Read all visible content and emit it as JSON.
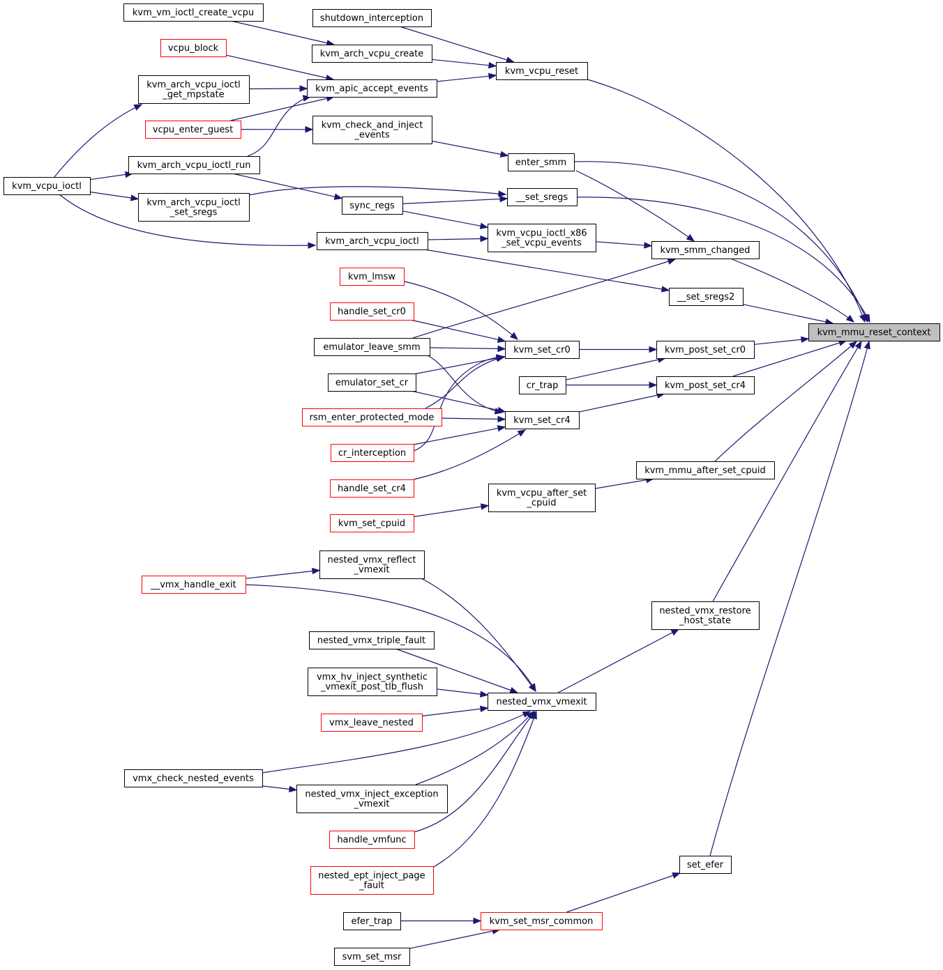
{
  "graph": {
    "root": "kvm_mmu_reset_context",
    "colors": {
      "edge": "#191970",
      "root_fill": "#bfbfbf",
      "truncated_border": "#ff0000",
      "node_border": "#000000"
    },
    "nodes": [
      {
        "id": "root",
        "lines": [
          "kvm_mmu_reset_context"
        ],
        "style": "root"
      },
      {
        "id": "vm_create_vcpu",
        "lines": [
          "kvm_vm_ioctl_create_vcpu"
        ],
        "style": "normal"
      },
      {
        "id": "shutdown_int",
        "lines": [
          "shutdown_interception"
        ],
        "style": "normal"
      },
      {
        "id": "vcpu_block",
        "lines": [
          "vcpu_block"
        ],
        "style": "truncated"
      },
      {
        "id": "arch_vcpu_create",
        "lines": [
          "kvm_arch_vcpu_create"
        ],
        "style": "normal"
      },
      {
        "id": "vcpu_reset",
        "lines": [
          "kvm_vcpu_reset"
        ],
        "style": "normal"
      },
      {
        "id": "get_mpstate",
        "lines": [
          "kvm_arch_vcpu_ioctl",
          "_get_mpstate"
        ],
        "style": "normal"
      },
      {
        "id": "apic_accept",
        "lines": [
          "kvm_apic_accept_events"
        ],
        "style": "normal"
      },
      {
        "id": "vcpu_enter_guest",
        "lines": [
          "vcpu_enter_guest"
        ],
        "style": "truncated"
      },
      {
        "id": "check_inject",
        "lines": [
          "kvm_check_and_inject",
          "_events"
        ],
        "style": "normal"
      },
      {
        "id": "ioctl_run",
        "lines": [
          "kvm_arch_vcpu_ioctl_run"
        ],
        "style": "normal"
      },
      {
        "id": "enter_smm",
        "lines": [
          "enter_smm"
        ],
        "style": "normal"
      },
      {
        "id": "kvm_vcpu_ioctl",
        "lines": [
          "kvm_vcpu_ioctl"
        ],
        "style": "normal"
      },
      {
        "id": "set_sregs_ioctl",
        "lines": [
          "kvm_arch_vcpu_ioctl",
          "_set_sregs"
        ],
        "style": "normal"
      },
      {
        "id": "set_sregs",
        "lines": [
          "__set_sregs"
        ],
        "style": "normal"
      },
      {
        "id": "sync_regs",
        "lines": [
          "sync_regs"
        ],
        "style": "normal"
      },
      {
        "id": "x86_events",
        "lines": [
          "kvm_vcpu_ioctl_x86",
          "_set_vcpu_events"
        ],
        "style": "normal"
      },
      {
        "id": "arch_vcpu_ioctl",
        "lines": [
          "kvm_arch_vcpu_ioctl"
        ],
        "style": "normal"
      },
      {
        "id": "smm_changed",
        "lines": [
          "kvm_smm_changed"
        ],
        "style": "normal"
      },
      {
        "id": "kvm_lmsw",
        "lines": [
          "kvm_lmsw"
        ],
        "style": "truncated"
      },
      {
        "id": "set_sregs2",
        "lines": [
          "__set_sregs2"
        ],
        "style": "normal"
      },
      {
        "id": "handle_set_cr0",
        "lines": [
          "handle_set_cr0"
        ],
        "style": "truncated"
      },
      {
        "id": "emu_leave_smm",
        "lines": [
          "emulator_leave_smm"
        ],
        "style": "normal"
      },
      {
        "id": "kvm_set_cr0",
        "lines": [
          "kvm_set_cr0"
        ],
        "style": "normal"
      },
      {
        "id": "post_set_cr0",
        "lines": [
          "kvm_post_set_cr0"
        ],
        "style": "normal"
      },
      {
        "id": "emu_set_cr",
        "lines": [
          "emulator_set_cr"
        ],
        "style": "normal"
      },
      {
        "id": "cr_trap",
        "lines": [
          "cr_trap"
        ],
        "style": "normal"
      },
      {
        "id": "post_set_cr4",
        "lines": [
          "kvm_post_set_cr4"
        ],
        "style": "normal"
      },
      {
        "id": "rsm_protected",
        "lines": [
          "rsm_enter_protected_mode"
        ],
        "style": "truncated"
      },
      {
        "id": "kvm_set_cr4",
        "lines": [
          "kvm_set_cr4"
        ],
        "style": "normal"
      },
      {
        "id": "cr_interception",
        "lines": [
          "cr_interception"
        ],
        "style": "truncated"
      },
      {
        "id": "mmu_after_cpuid",
        "lines": [
          "kvm_mmu_after_set_cpuid"
        ],
        "style": "normal"
      },
      {
        "id": "handle_set_cr4",
        "lines": [
          "handle_set_cr4"
        ],
        "style": "truncated"
      },
      {
        "id": "vcpu_after_cpuid",
        "lines": [
          "kvm_vcpu_after_set",
          "_cpuid"
        ],
        "style": "normal"
      },
      {
        "id": "kvm_set_cpuid",
        "lines": [
          "kvm_set_cpuid"
        ],
        "style": "truncated"
      },
      {
        "id": "reflect_vmexit",
        "lines": [
          "nested_vmx_reflect",
          "_vmexit"
        ],
        "style": "normal"
      },
      {
        "id": "vmx_handle_exit",
        "lines": [
          "__vmx_handle_exit"
        ],
        "style": "truncated"
      },
      {
        "id": "restore_host",
        "lines": [
          "nested_vmx_restore",
          "_host_state"
        ],
        "style": "normal"
      },
      {
        "id": "triple_fault",
        "lines": [
          "nested_vmx_triple_fault"
        ],
        "style": "normal"
      },
      {
        "id": "hv_inject",
        "lines": [
          "vmx_hv_inject_synthetic",
          "_vmexit_post_tlb_flush"
        ],
        "style": "normal"
      },
      {
        "id": "nested_vmexit",
        "lines": [
          "nested_vmx_vmexit"
        ],
        "style": "normal"
      },
      {
        "id": "leave_nested",
        "lines": [
          "vmx_leave_nested"
        ],
        "style": "truncated"
      },
      {
        "id": "check_nested_events",
        "lines": [
          "vmx_check_nested_events"
        ],
        "style": "normal"
      },
      {
        "id": "inject_exception",
        "lines": [
          "nested_vmx_inject_exception",
          "_vmexit"
        ],
        "style": "normal"
      },
      {
        "id": "handle_vmfunc",
        "lines": [
          "handle_vmfunc"
        ],
        "style": "truncated"
      },
      {
        "id": "ept_inject",
        "lines": [
          "nested_ept_inject_page",
          "_fault"
        ],
        "style": "truncated"
      },
      {
        "id": "set_efer",
        "lines": [
          "set_efer"
        ],
        "style": "normal"
      },
      {
        "id": "efer_trap",
        "lines": [
          "efer_trap"
        ],
        "style": "normal"
      },
      {
        "id": "set_msr_common",
        "lines": [
          "kvm_set_msr_common"
        ],
        "style": "truncated"
      },
      {
        "id": "svm_set_msr",
        "lines": [
          "svm_set_msr"
        ],
        "style": "normal"
      }
    ],
    "edges": [
      [
        "vm_create_vcpu",
        "arch_vcpu_create"
      ],
      [
        "shutdown_int",
        "vcpu_reset"
      ],
      [
        "arch_vcpu_create",
        "vcpu_reset"
      ],
      [
        "apic_accept",
        "vcpu_reset"
      ],
      [
        "vcpu_block",
        "apic_accept"
      ],
      [
        "get_mpstate",
        "apic_accept"
      ],
      [
        "vcpu_enter_guest",
        "apic_accept"
      ],
      [
        "ioctl_run",
        "apic_accept"
      ],
      [
        "vcpu_enter_guest",
        "check_inject"
      ],
      [
        "check_inject",
        "enter_smm"
      ],
      [
        "kvm_vcpu_ioctl",
        "get_mpstate"
      ],
      [
        "kvm_vcpu_ioctl",
        "ioctl_run"
      ],
      [
        "kvm_vcpu_ioctl",
        "set_sregs_ioctl"
      ],
      [
        "kvm_vcpu_ioctl",
        "arch_vcpu_ioctl"
      ],
      [
        "set_sregs_ioctl",
        "set_sregs"
      ],
      [
        "sync_regs",
        "set_sregs"
      ],
      [
        "ioctl_run",
        "sync_regs"
      ],
      [
        "sync_regs",
        "x86_events"
      ],
      [
        "arch_vcpu_ioctl",
        "x86_events"
      ],
      [
        "arch_vcpu_ioctl",
        "set_sregs2"
      ],
      [
        "x86_events",
        "smm_changed"
      ],
      [
        "enter_smm",
        "smm_changed"
      ],
      [
        "emu_leave_smm",
        "smm_changed"
      ],
      [
        "kvm_lmsw",
        "kvm_set_cr0"
      ],
      [
        "handle_set_cr0",
        "kvm_set_cr0"
      ],
      [
        "emu_leave_smm",
        "kvm_set_cr0"
      ],
      [
        "emu_set_cr",
        "kvm_set_cr0"
      ],
      [
        "rsm_protected",
        "kvm_set_cr0"
      ],
      [
        "cr_interception",
        "kvm_set_cr0"
      ],
      [
        "emu_leave_smm",
        "kvm_set_cr4"
      ],
      [
        "emu_set_cr",
        "kvm_set_cr4"
      ],
      [
        "rsm_protected",
        "kvm_set_cr4"
      ],
      [
        "cr_interception",
        "kvm_set_cr4"
      ],
      [
        "handle_set_cr4",
        "kvm_set_cr4"
      ],
      [
        "kvm_set_cr0",
        "post_set_cr0"
      ],
      [
        "cr_trap",
        "post_set_cr0"
      ],
      [
        "cr_trap",
        "post_set_cr4"
      ],
      [
        "kvm_set_cr4",
        "post_set_cr4"
      ],
      [
        "kvm_set_cpuid",
        "vcpu_after_cpuid"
      ],
      [
        "vcpu_after_cpuid",
        "mmu_after_cpuid"
      ],
      [
        "vmx_handle_exit",
        "reflect_vmexit"
      ],
      [
        "reflect_vmexit",
        "nested_vmexit"
      ],
      [
        "vmx_handle_exit",
        "nested_vmexit"
      ],
      [
        "triple_fault",
        "nested_vmexit"
      ],
      [
        "hv_inject",
        "nested_vmexit"
      ],
      [
        "leave_nested",
        "nested_vmexit"
      ],
      [
        "check_nested_events",
        "nested_vmexit"
      ],
      [
        "check_nested_events",
        "inject_exception"
      ],
      [
        "inject_exception",
        "nested_vmexit"
      ],
      [
        "handle_vmfunc",
        "nested_vmexit"
      ],
      [
        "ept_inject",
        "nested_vmexit"
      ],
      [
        "nested_vmexit",
        "restore_host"
      ],
      [
        "efer_trap",
        "set_msr_common"
      ],
      [
        "svm_set_msr",
        "set_msr_common"
      ],
      [
        "set_msr_common",
        "set_efer"
      ],
      [
        "vcpu_reset",
        "root"
      ],
      [
        "enter_smm",
        "root"
      ],
      [
        "set_sregs",
        "root"
      ],
      [
        "smm_changed",
        "root"
      ],
      [
        "set_sregs2",
        "root"
      ],
      [
        "post_set_cr0",
        "root"
      ],
      [
        "post_set_cr4",
        "root"
      ],
      [
        "mmu_after_cpuid",
        "root"
      ],
      [
        "restore_host",
        "root"
      ],
      [
        "set_efer",
        "root"
      ]
    ]
  }
}
